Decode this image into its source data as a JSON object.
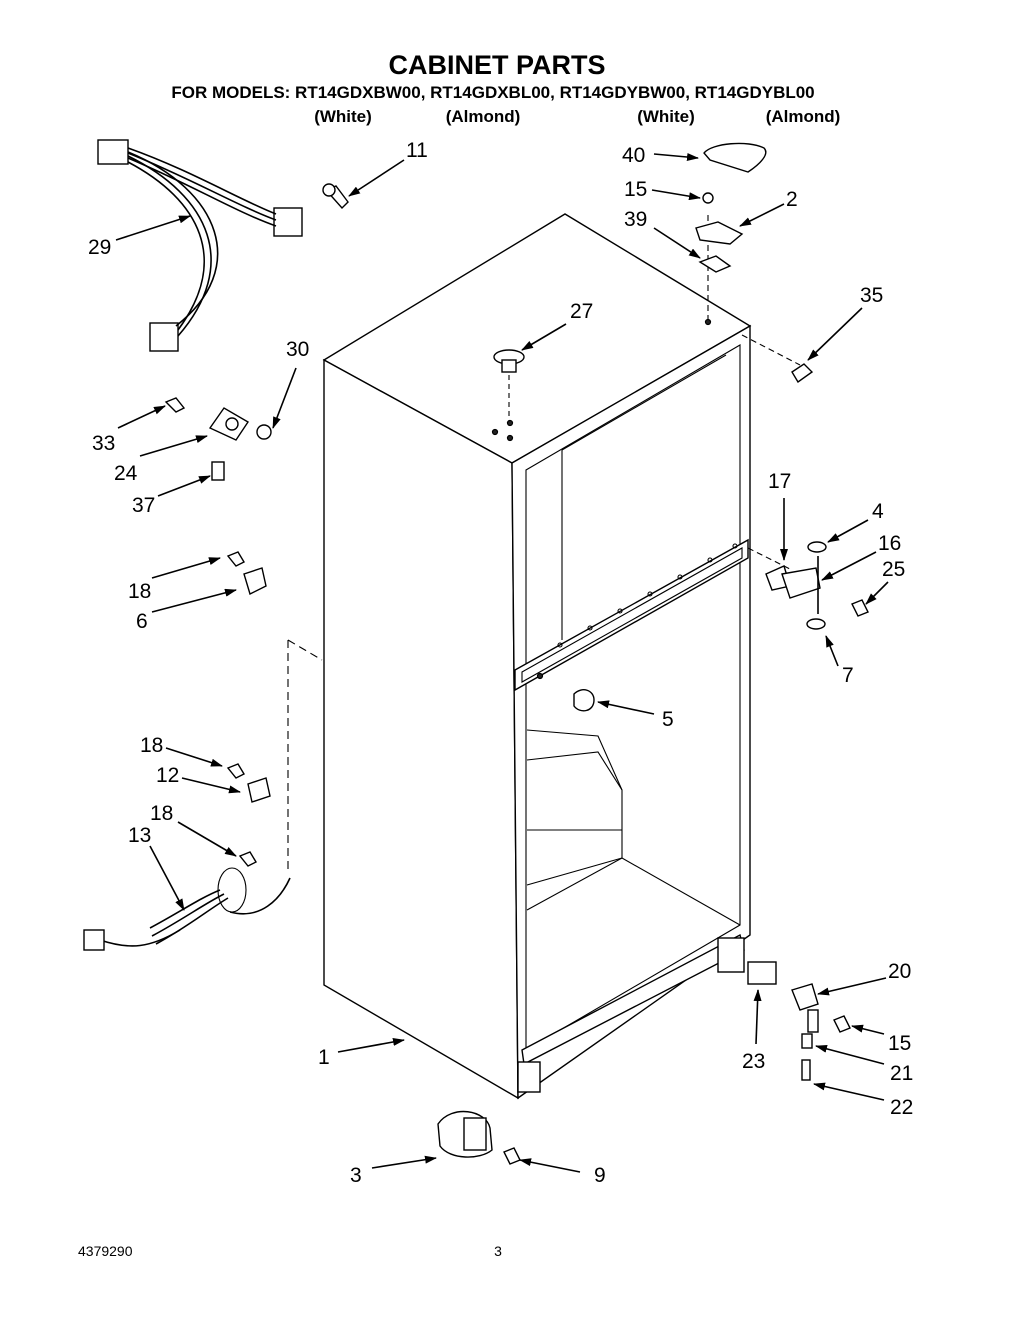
{
  "title": "CABINET PARTS",
  "models_line": "FOR MODELS: RT14GDXBW00, RT14GDXBL00, RT14GDYBW00, RT14GDYBL00",
  "color_labels": [
    "(White)",
    "(Almond)",
    "(White)",
    "(Almond)"
  ],
  "part_numbers": [
    "11",
    "29",
    "30",
    "33",
    "24",
    "37",
    "18",
    "6",
    "18",
    "12",
    "18",
    "13",
    "1",
    "3",
    "9",
    "27",
    "40",
    "15",
    "2",
    "39",
    "35",
    "17",
    "4",
    "16",
    "25",
    "7",
    "5",
    "20",
    "15",
    "21",
    "22",
    "23"
  ],
  "footer": {
    "doc_number": "4379290",
    "page": "3"
  }
}
